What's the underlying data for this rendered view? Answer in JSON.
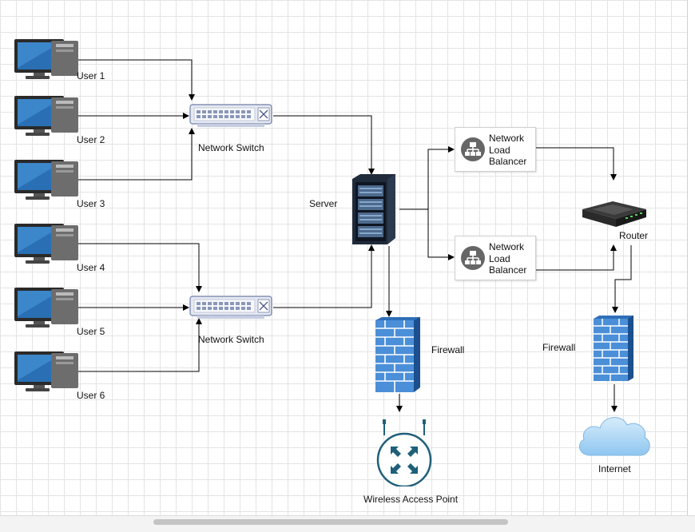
{
  "users": [
    "User 1",
    "User 2",
    "User 3",
    "User 4",
    "User 5",
    "User 6"
  ],
  "switches": [
    "Network Switch",
    "Network Switch"
  ],
  "server": "Server",
  "load_balancers": [
    {
      "line1": "Network",
      "line2": "Load",
      "line3": "Balancer"
    },
    {
      "line1": "Network",
      "line2": "Load",
      "line3": "Balancer"
    }
  ],
  "router": "Router",
  "firewalls": [
    "Firewall",
    "Firewall"
  ],
  "wireless_access_point": "Wireless Access Point",
  "internet": "Internet",
  "colors": {
    "edge": "#000000",
    "grid": "#e4e4e4",
    "firewall": "#4a8fd8",
    "cloud": "#a9d3f5",
    "lb_icon": "#666666",
    "wap": "#1f5f7a"
  }
}
